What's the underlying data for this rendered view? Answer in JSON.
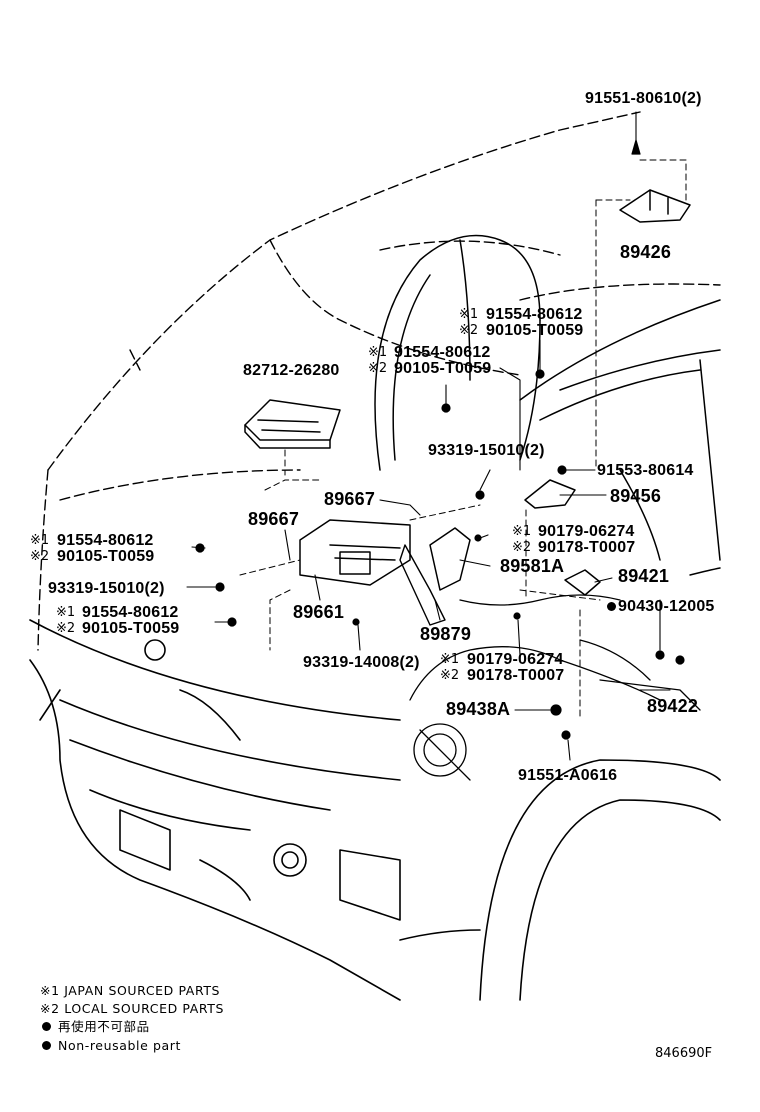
{
  "parts": {
    "p_91551_80610": "91551-80610(2)",
    "p_89426": "89426",
    "p_91554_80612_a": "91554-80612",
    "p_90105_T0059_a": "90105-T0059",
    "p_91554_80612_b": "91554-80612",
    "p_90105_T0059_b": "90105-T0059",
    "p_82712_26280": "82712-26280",
    "p_93319_15010_a": "93319-15010(2)",
    "p_91553_80614": "91553-80614",
    "p_89667_a": "89667",
    "p_89456": "89456",
    "p_89667_b": "89667",
    "p_91554_80612_c": "91554-80612",
    "p_90105_T0059_c": "90105-T0059",
    "p_90179_06274_a": "90179-06274",
    "p_90178_T0007_a": "90178-T0007",
    "p_89581A": "89581A",
    "p_93319_15010_b": "93319-15010(2)",
    "p_89421": "89421",
    "p_91554_80612_d": "91554-80612",
    "p_90105_T0059_d": "90105-T0059",
    "p_89661": "89661",
    "p_90430_12005": "90430-12005",
    "p_89879": "89879",
    "p_93319_14008": "93319-14008(2)",
    "p_90179_06274_b": "90179-06274",
    "p_90178_T0007_b": "90178-T0007",
    "p_89438A": "89438A",
    "p_89422": "89422",
    "p_91551_A0616": "91551-A0616"
  },
  "marks": {
    "m1": "※1",
    "m2": "※2"
  },
  "legend": {
    "japan": "JAPAN SOURCED PARTS",
    "local": "LOCAL SOURCED PARTS",
    "nonreuse_jp": "再使用不可部品",
    "nonreuse_en": "Non-reusable part"
  },
  "ref_code": "846690F"
}
